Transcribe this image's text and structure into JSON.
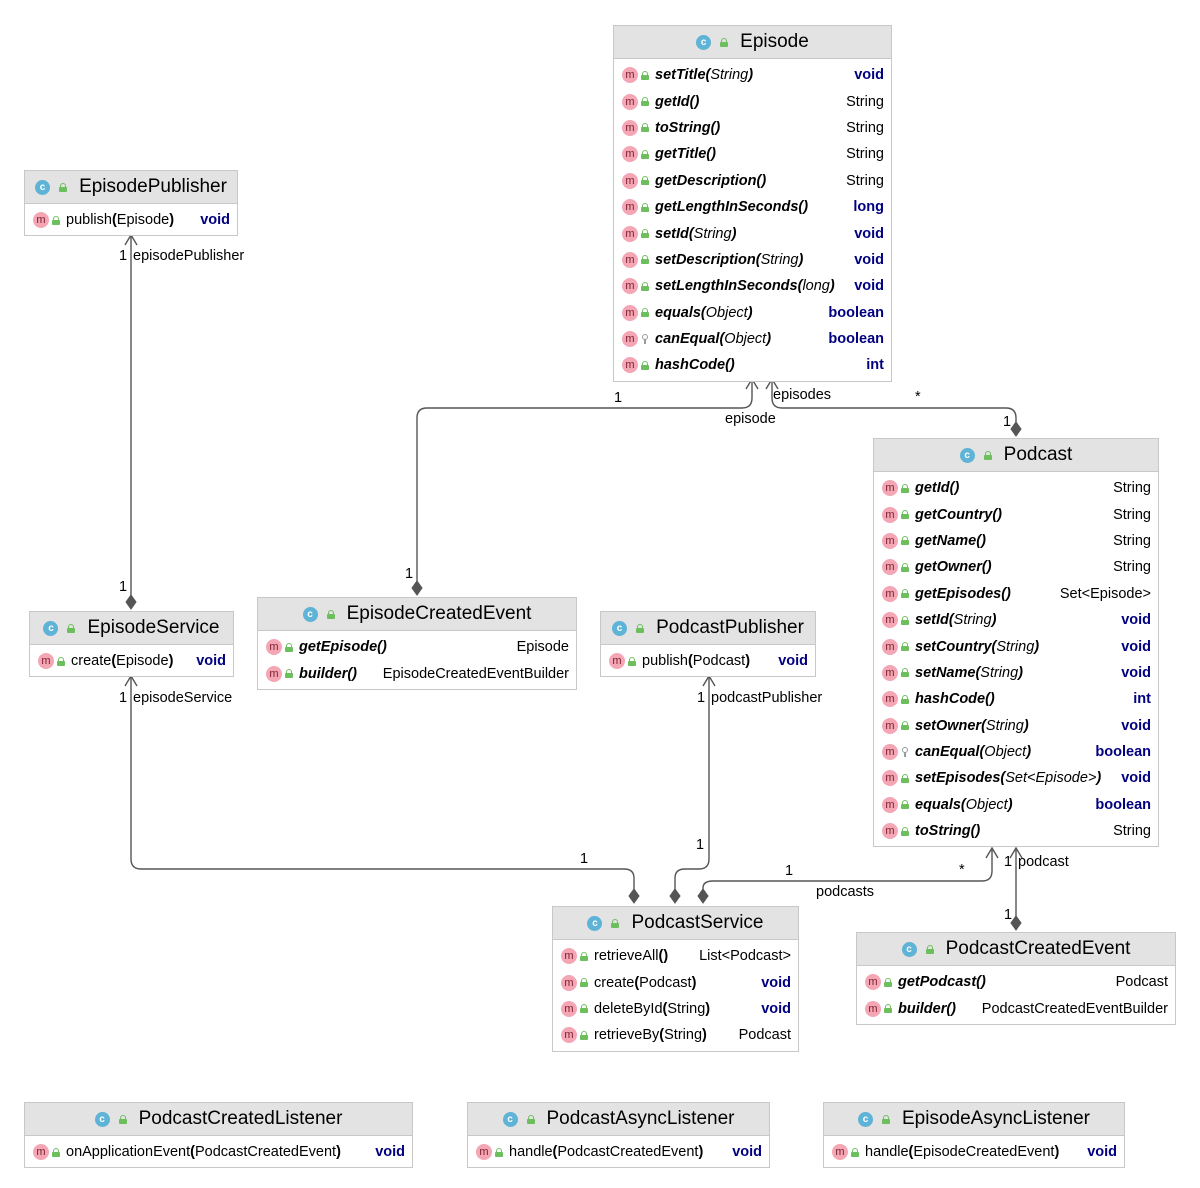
{
  "classes": {
    "episode": {
      "name": "Episode",
      "methods": [
        {
          "name": "setTitle(String)",
          "type": "void",
          "kw": true,
          "italic": true
        },
        {
          "name": "getId()",
          "type": "String",
          "kw": false,
          "italic": true
        },
        {
          "name": "toString()",
          "type": "String",
          "kw": false,
          "italic": true
        },
        {
          "name": "getTitle()",
          "type": "String",
          "kw": false,
          "italic": true
        },
        {
          "name": "getDescription()",
          "type": "String",
          "kw": false,
          "italic": true
        },
        {
          "name": "getLengthInSeconds()",
          "type": "long",
          "kw": true,
          "italic": true
        },
        {
          "name": "setId(String)",
          "type": "void",
          "kw": true,
          "italic": true
        },
        {
          "name": "setDescription(String)",
          "type": "void",
          "kw": true,
          "italic": true
        },
        {
          "name": "setLengthInSeconds(long)",
          "type": "void",
          "kw": true,
          "italic": true
        },
        {
          "name": "equals(Object)",
          "type": "boolean",
          "kw": true,
          "italic": true
        },
        {
          "name": "canEqual(Object)",
          "type": "boolean",
          "kw": true,
          "italic": true,
          "vis": "key"
        },
        {
          "name": "hashCode()",
          "type": "int",
          "kw": true,
          "italic": true
        }
      ]
    },
    "episodePublisher": {
      "name": "EpisodePublisher",
      "methods": [
        {
          "name": "publish(Episode)",
          "type": "void",
          "kw": true,
          "italic": false
        }
      ]
    },
    "podcast": {
      "name": "Podcast",
      "methods": [
        {
          "name": "getId()",
          "type": "String",
          "kw": false,
          "italic": true
        },
        {
          "name": "getCountry()",
          "type": "String",
          "kw": false,
          "italic": true
        },
        {
          "name": "getName()",
          "type": "String",
          "kw": false,
          "italic": true
        },
        {
          "name": "getOwner()",
          "type": "String",
          "kw": false,
          "italic": true
        },
        {
          "name": "getEpisodes()",
          "type": "Set<Episode>",
          "kw": false,
          "italic": true
        },
        {
          "name": "setId(String)",
          "type": "void",
          "kw": true,
          "italic": true
        },
        {
          "name": "setCountry(String)",
          "type": "void",
          "kw": true,
          "italic": true
        },
        {
          "name": "setName(String)",
          "type": "void",
          "kw": true,
          "italic": true
        },
        {
          "name": "hashCode()",
          "type": "int",
          "kw": true,
          "italic": true
        },
        {
          "name": "setOwner(String)",
          "type": "void",
          "kw": true,
          "italic": true
        },
        {
          "name": "canEqual(Object)",
          "type": "boolean",
          "kw": true,
          "italic": true,
          "vis": "key"
        },
        {
          "name": "setEpisodes(Set<Episode>)",
          "type": "void",
          "kw": true,
          "italic": true
        },
        {
          "name": "equals(Object)",
          "type": "boolean",
          "kw": true,
          "italic": true
        },
        {
          "name": "toString()",
          "type": "String",
          "kw": false,
          "italic": true
        }
      ]
    },
    "episodeService": {
      "name": "EpisodeService",
      "methods": [
        {
          "name": "create(Episode)",
          "type": "void",
          "kw": true,
          "italic": false
        }
      ]
    },
    "episodeCreatedEvent": {
      "name": "EpisodeCreatedEvent",
      "methods": [
        {
          "name": "getEpisode()",
          "type": "Episode",
          "kw": false,
          "italic": true
        },
        {
          "name": "builder()",
          "type": "EpisodeCreatedEventBuilder",
          "kw": false,
          "italic": true,
          "static": true
        }
      ]
    },
    "podcastPublisher": {
      "name": "PodcastPublisher",
      "methods": [
        {
          "name": "publish(Podcast)",
          "type": "void",
          "kw": true,
          "italic": false
        }
      ]
    },
    "podcastService": {
      "name": "PodcastService",
      "methods": [
        {
          "name": "retrieveAll()",
          "type": "List<Podcast>",
          "kw": false,
          "italic": false
        },
        {
          "name": "create(Podcast)",
          "type": "void",
          "kw": true,
          "italic": false
        },
        {
          "name": "deleteById(String)",
          "type": "void",
          "kw": true,
          "italic": false
        },
        {
          "name": "retrieveBy(String)",
          "type": "Podcast",
          "kw": false,
          "italic": false
        }
      ]
    },
    "podcastCreatedEvent": {
      "name": "PodcastCreatedEvent",
      "methods": [
        {
          "name": "getPodcast()",
          "type": "Podcast",
          "kw": false,
          "italic": true
        },
        {
          "name": "builder()",
          "type": "PodcastCreatedEventBuilder",
          "kw": false,
          "italic": true,
          "static": true
        }
      ]
    },
    "podcastCreatedListener": {
      "name": "PodcastCreatedListener",
      "methods": [
        {
          "name": "onApplicationEvent(PodcastCreatedEvent)",
          "type": "void",
          "kw": true,
          "italic": false
        }
      ]
    },
    "podcastAsyncListener": {
      "name": "PodcastAsyncListener",
      "methods": [
        {
          "name": "handle(PodcastCreatedEvent)",
          "type": "void",
          "kw": true,
          "italic": false
        }
      ]
    },
    "episodeAsyncListener": {
      "name": "EpisodeAsyncListener",
      "methods": [
        {
          "name": "handle(EpisodeCreatedEvent)",
          "type": "void",
          "kw": true,
          "italic": false
        }
      ]
    }
  },
  "labels": {
    "ep_pub_mult": "1",
    "ep_pub_role": "episodePublisher",
    "ep_svc_top_mult": "1",
    "ep_svc_mult": "1",
    "ep_svc_role": "episodeService",
    "evt_ep_mult_top": "1",
    "evt_ep_role": "episode",
    "evt_ep_mult_bottom": "1",
    "episodes_role": "episodes",
    "episodes_mult": "*",
    "podcast_top_mult": "1",
    "pod_pub_mult": "1",
    "pod_pub_role": "podcastPublisher",
    "ps_left_mult": "1",
    "ps_right_mult": "1",
    "ps_podcast_mult": "1",
    "podcasts_role": "podcasts",
    "podcasts_mult": "*",
    "podcast_role_mult": "1",
    "podcast_role": "podcast",
    "pce_mult": "1"
  }
}
